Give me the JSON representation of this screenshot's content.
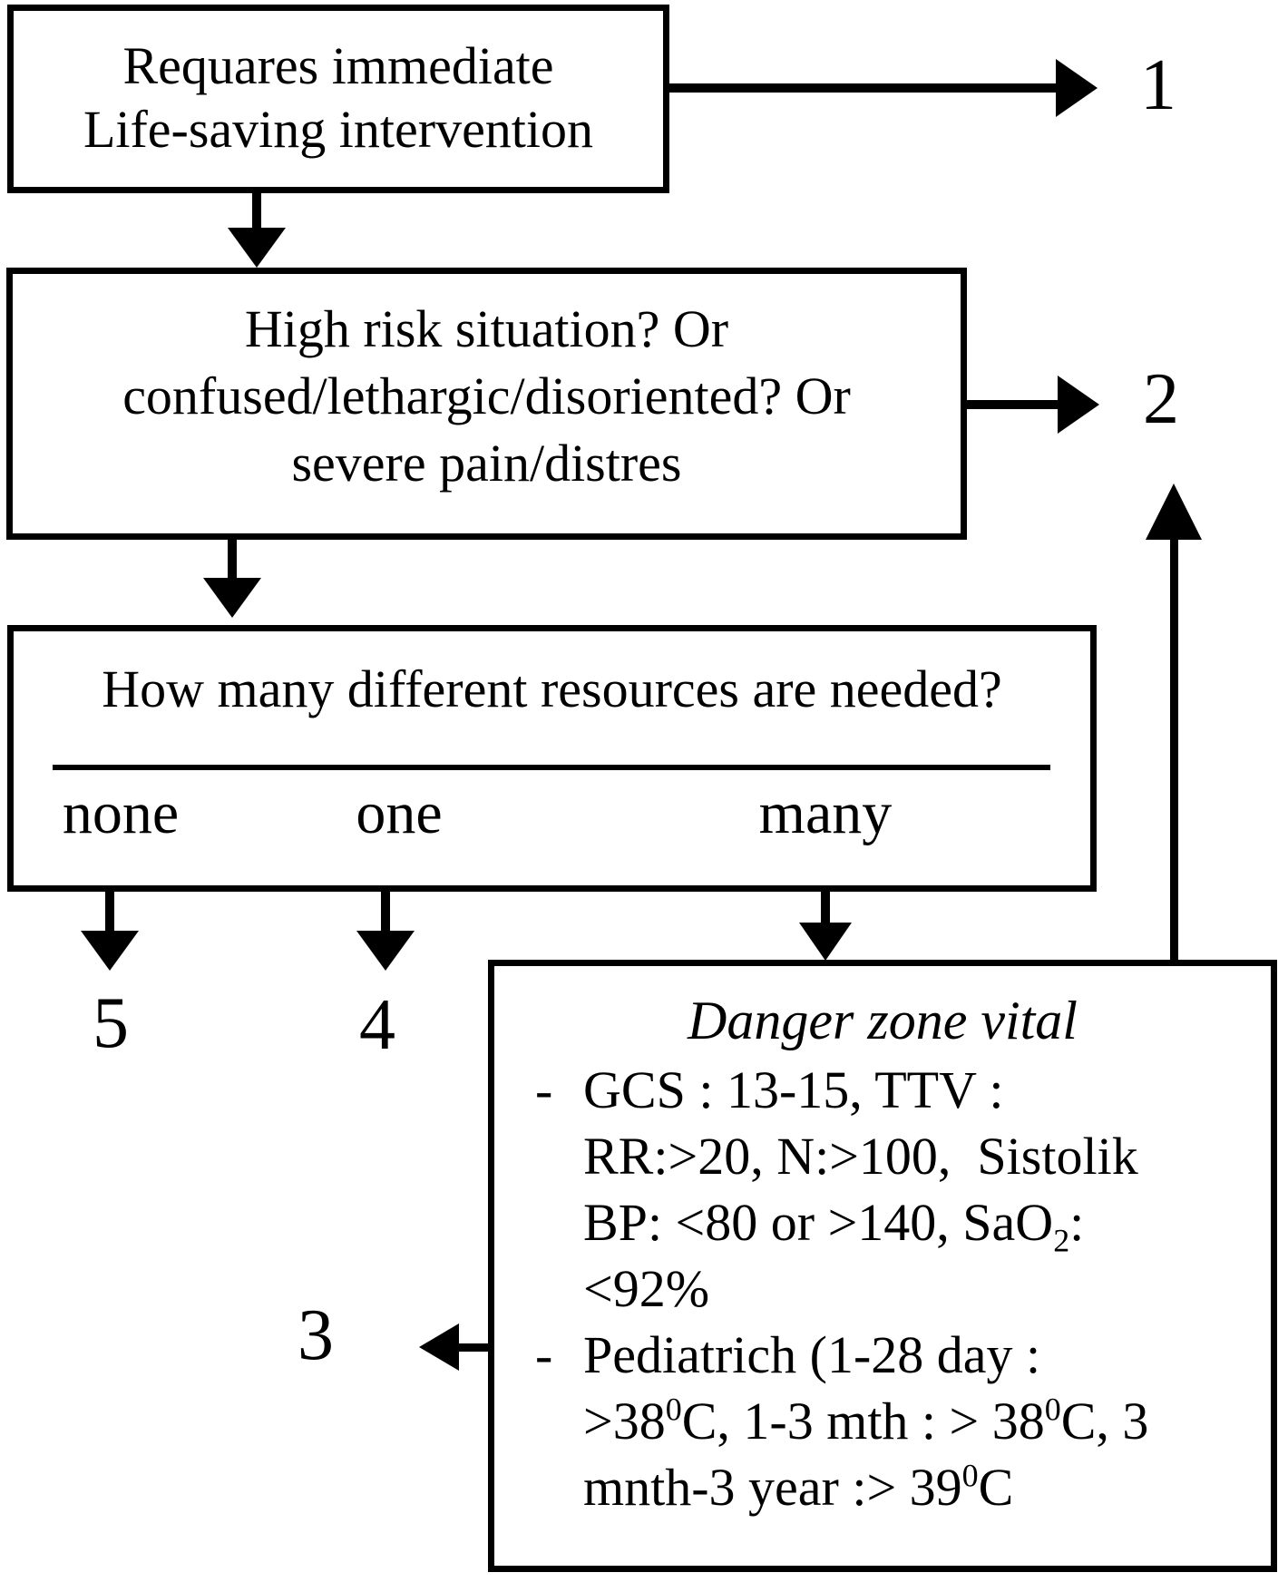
{
  "canvas": {
    "background": "#ffffff",
    "ink": "#000000"
  },
  "boxes": {
    "box1": {
      "line1": "Requares immediate",
      "line2": "Life-saving intervention"
    },
    "box2": {
      "line1": "High risk situation? Or",
      "line2": "confused/lethargic/disoriented? Or",
      "line3": "severe pain/distres"
    },
    "box3": {
      "question": "How many different resources are needed?",
      "options": [
        {
          "label": "none",
          "leads_to": "5"
        },
        {
          "label": "one",
          "leads_to": "4"
        },
        {
          "label": "many",
          "leads_to": "danger-zone"
        }
      ]
    },
    "danger": {
      "title": "Danger zone vital",
      "lines": [
        {
          "bullet": "-",
          "segments": [
            {
              "t": "GCS : 13-15, TTV :"
            }
          ]
        },
        {
          "bullet": "",
          "segments": [
            {
              "t": "RR:>20, N:>100,  Sistolik"
            }
          ]
        },
        {
          "bullet": "",
          "segments": [
            {
              "t": "BP: <80 or >140, SaO"
            },
            {
              "t": "2",
              "style": "sub"
            },
            {
              "t": ":"
            }
          ]
        },
        {
          "bullet": "",
          "segments": [
            {
              "t": "<92%"
            }
          ]
        },
        {
          "bullet": "-",
          "segments": [
            {
              "t": "Pediatrich (1-28 day :"
            }
          ]
        },
        {
          "bullet": "",
          "segments": [
            {
              "t": ">38"
            },
            {
              "t": "0",
              "style": "sup"
            },
            {
              "t": "C, 1-3 mth : > 38"
            },
            {
              "t": "0",
              "style": "sup"
            },
            {
              "t": "C, 3"
            }
          ]
        },
        {
          "bullet": "",
          "segments": [
            {
              "t": "mnth-3 year :> 39"
            },
            {
              "t": "0",
              "style": "sup"
            },
            {
              "t": "C"
            }
          ]
        }
      ]
    }
  },
  "labels": {
    "level1": "1",
    "level2": "2",
    "level3": "3",
    "level4": "4",
    "level5": "5"
  }
}
